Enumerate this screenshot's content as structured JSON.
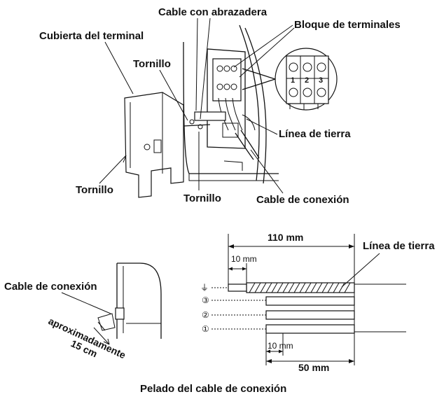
{
  "labels": {
    "cable_clamp": "Cable con abrazadera",
    "terminal_block": "Bloque de terminales",
    "terminal_cover": "Cubierta del terminal",
    "screw_top": "Tornillo",
    "screw_left": "Tornillo",
    "screw_bottom": "Tornillo",
    "ground_line_top": "Línea de tierra",
    "connection_cable_top": "Cable de conexión",
    "connection_cable_bottom": "Cable de conexión",
    "approx_length": "aproximadamente",
    "approx_value": "15 cm",
    "ground_line_bottom": "Línea de tierra",
    "dim_110": "110 mm",
    "dim_10_top": "10 mm",
    "dim_10_bottom": "10 mm",
    "dim_50": "50 mm",
    "terminal_1": "1",
    "terminal_2": "2",
    "terminal_3": "3",
    "wire_ground": "⏚",
    "wire_3": "③",
    "wire_2": "②",
    "wire_1": "①",
    "caption": "Pelado del cable de conexión"
  }
}
